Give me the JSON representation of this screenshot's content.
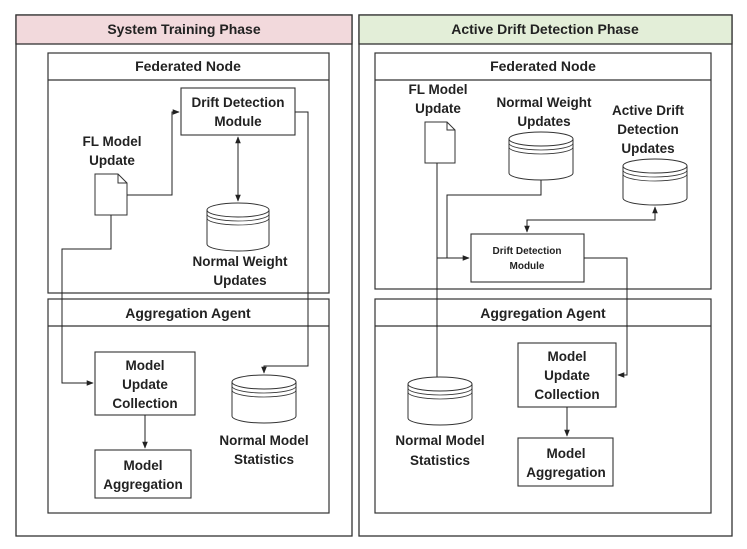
{
  "diagram": {
    "colors": {
      "training_header": "#f2d9dc",
      "detection_header": "#e3eed8",
      "stroke": "#333333",
      "text": "#222222"
    },
    "left_phase": {
      "title": "System Training Phase",
      "node_title": "Federated Node",
      "fl_model_update": [
        "FL Model",
        "Update"
      ],
      "drift_module": [
        "Drift Detection",
        "Module"
      ],
      "normal_weight_updates": [
        "Normal Weight",
        "Updates"
      ],
      "agent_title": "Aggregation Agent",
      "model_update_collection": [
        "Model",
        "Update",
        "Collection"
      ],
      "model_aggregation": [
        "Model",
        "Aggregation"
      ],
      "normal_model_statistics": [
        "Normal Model",
        "Statistics"
      ]
    },
    "right_phase": {
      "title": "Active Drift Detection Phase",
      "node_title": "Federated Node",
      "fl_model_update": [
        "FL Model",
        "Update"
      ],
      "normal_weight_updates": [
        "Normal Weight",
        "Updates"
      ],
      "active_drift_updates": [
        "Active Drift",
        "Detection",
        "Updates"
      ],
      "drift_module": [
        "Drift Detection",
        "Module"
      ],
      "agent_title": "Aggregation Agent",
      "model_update_collection": [
        "Model",
        "Update",
        "Collection"
      ],
      "model_aggregation": [
        "Model",
        "Aggregation"
      ],
      "normal_model_statistics": [
        "Normal Model",
        "Statistics"
      ]
    }
  }
}
